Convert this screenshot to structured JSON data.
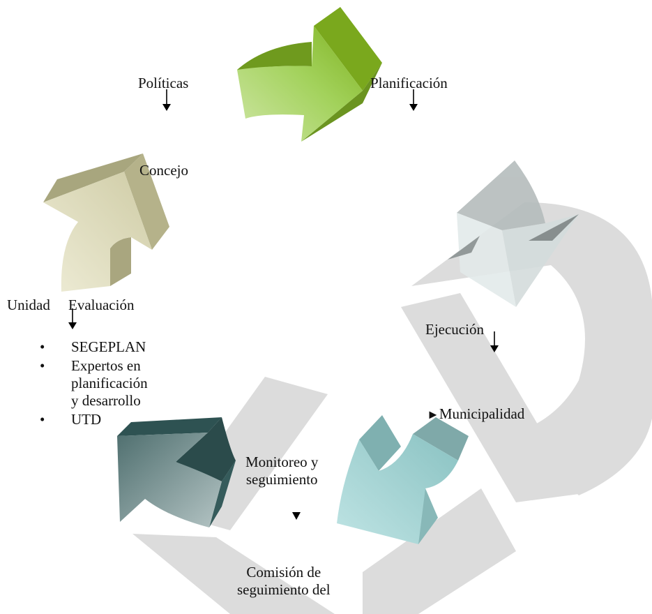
{
  "diagram": {
    "labels": {
      "politicas": "Políticas",
      "planificacion": "Planificación",
      "concejo": "Concejo",
      "unidad": "Unidad",
      "evaluacion": "Evaluación",
      "ejecucion": "Ejecución",
      "municipalidad": "Municipalidad",
      "monitoreo": "Monitoreo y\nseguimiento",
      "comision": "Comisión de\nseguimiento del"
    },
    "evaluacion_bullets": [
      "SEGEPLAN",
      "Expertos en\nplanificación\ny desarrollo",
      "UTD"
    ],
    "bullet_glyph": "•",
    "pointer_glyph": "►",
    "colors": {
      "arrow_green": "#9ccf56",
      "arrow_green_dark": "#7aa81d",
      "arrow_khaki": "#d8d5b2",
      "arrow_khaki_dark": "#aaa77f",
      "arrow_ice": "#dfe8e8",
      "arrow_ice_dark": "#9aa4a4",
      "arrow_teal": "#a4d4d4",
      "arrow_teal_dark": "#6a9e9e",
      "arrow_slate": "#5f7f7f",
      "arrow_slate_dark": "#2d5050",
      "watermark": "#d4d4d4"
    },
    "icons": {
      "down_arrow": "down-arrow-icon",
      "pointer": "right-pointer-icon",
      "watermark": "watermark-letter-icon"
    }
  }
}
